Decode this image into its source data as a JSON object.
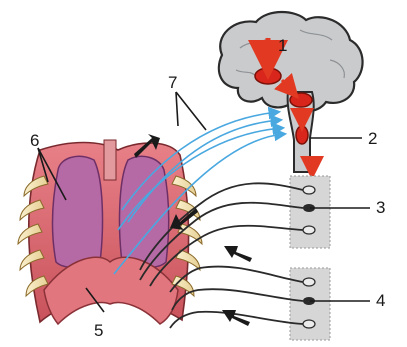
{
  "labels": {
    "l1": "1",
    "l2": "2",
    "l3": "3",
    "l4": "4",
    "l5": "5",
    "l6": "6",
    "l7": "7"
  },
  "colors": {
    "brain_fill": "#c9cbcd",
    "brain_outline": "#2b2b2b",
    "center_red": "#d8261c",
    "arrow_red": "#e23a22",
    "nerve_blue": "#4aa8e0",
    "nerve_dark": "#2a2a2a",
    "rib_cream": "#f1e2b6",
    "muscle_pink": "#d9656c",
    "lung_purple": "#b56aa6",
    "spine_gray": "#d6d6d6",
    "pointer_black": "#1a1a1a"
  },
  "icons": {
    "brain": "brain-icon",
    "spinal_cord_segment": "spinal-cord-icon",
    "chest": "chest-cavity-icon"
  }
}
